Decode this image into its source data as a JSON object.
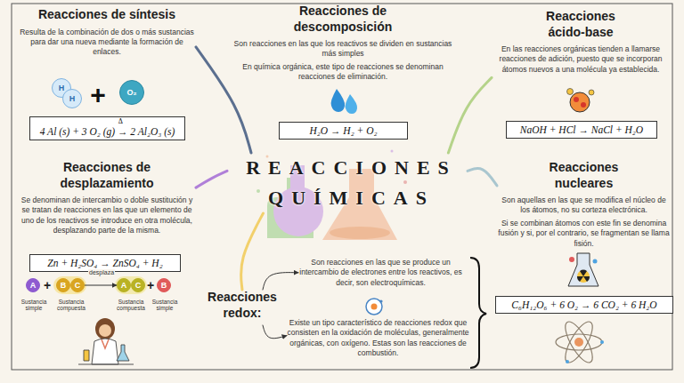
{
  "diagram": {
    "nodes": [
      {
        "text": [
          "Reacciones de síntesis",
          "Resulta de la combinación de dos o más sustancias para dar una nueva mediante la formación de enlaces."
        ]
      },
      {
        "text": [
          "H"
        ]
      },
      {
        "text": [
          "H"
        ]
      },
      {
        "text": [
          "O₂"
        ]
      },
      {
        "text": [
          "4 Al (s) + 3 O₂ (g) → 2 Al₂O₃ (s)"
        ]
      },
      {
        "text": [
          "Reacciones de descomposición",
          "Son reacciones en las que los reactivos se dividen en sustancias más simples",
          "En química orgánica, este tipo de reacciones se denominan reacciones de eliminación."
        ]
      },
      {
        "text": [
          "H₂O → H₂ + O₂"
        ]
      },
      {
        "text": [
          "Reacciones ácido-base",
          "En las reacciones orgánicas tienden a llamarse reacciones de adición, puesto que se incorporan átomos nuevos a una molécula ya establecida."
        ]
      },
      {
        "text": [
          "NaOH + HCl → NaCl + H₂O"
        ]
      },
      {
        "text": [
          "REACCIONES QUÍMICAS"
        ]
      },
      {
        "text": [
          "Reacciones de desplazamiento",
          "Se denominan de intercambio o doble sustitución y se tratan de reacciones en las que un elemento de uno de los reactivos se introduce en otra molécula, desplazando parte de la misma."
        ]
      },
      {
        "text": [
          "Zn + H₂SO₄ → ZnSO₄ + H₂"
        ]
      },
      {
        "text": [
          "A"
        ]
      },
      {
        "text": [
          "B"
        ]
      },
      {
        "text": [
          "C"
        ]
      },
      {
        "text": [
          "A"
        ]
      },
      {
        "text": [
          "C"
        ]
      },
      {
        "text": [
          "B"
        ]
      },
      {
        "text": [
          "Reacciones nucleares",
          "Son aquellas en las que se modifica el núcleo de los átomos, no su corteza electrónica.",
          "Si se combinan átomos con este fin se denomina fusión y si, por el contrario, se fragmentan se llama fisión."
        ]
      },
      {
        "text": [
          "C₆H₁₂O₆ + 6 O₂ → 6 CO₂ + 6 H₂O"
        ]
      },
      {
        "text": [
          "Reacciones redox:"
        ]
      },
      {
        "text": [
          "Son reacciones en las que se produce un intercambio de electrones entre los reactivos, es decir, son electroquímicas."
        ]
      },
      {
        "text": [
          "Existe un tipo característico de reacciones redox que consisten en la oxidación de moléculas, generalmente orgánicas, con oxígeno. Estas son las reacciones de combustión."
        ]
      }
    ],
    "edges": [
      {
        "from": 9,
        "to": 0,
        "arrow": "none"
      },
      {
        "from": 9,
        "to": 7,
        "arrow": "none"
      },
      {
        "from": 9,
        "to": 10,
        "arrow": "none"
      },
      {
        "from": 9,
        "to": 18,
        "arrow": "none"
      },
      {
        "from": 9,
        "to": 20,
        "arrow": "none"
      },
      {
        "from": 20,
        "to": 21,
        "arrow": "to"
      },
      {
        "from": 20,
        "to": 22,
        "arrow": "to"
      },
      {
        "from": 14,
        "to": 15,
        "label": "desplaza",
        "arrow": "to"
      }
    ],
    "labels": [
      "+",
      "Δ",
      "+",
      "+",
      "Sustancia simple",
      "Sustancia compuesta",
      "Sustancia compuesta",
      "Sustancia simple"
    ]
  }
}
